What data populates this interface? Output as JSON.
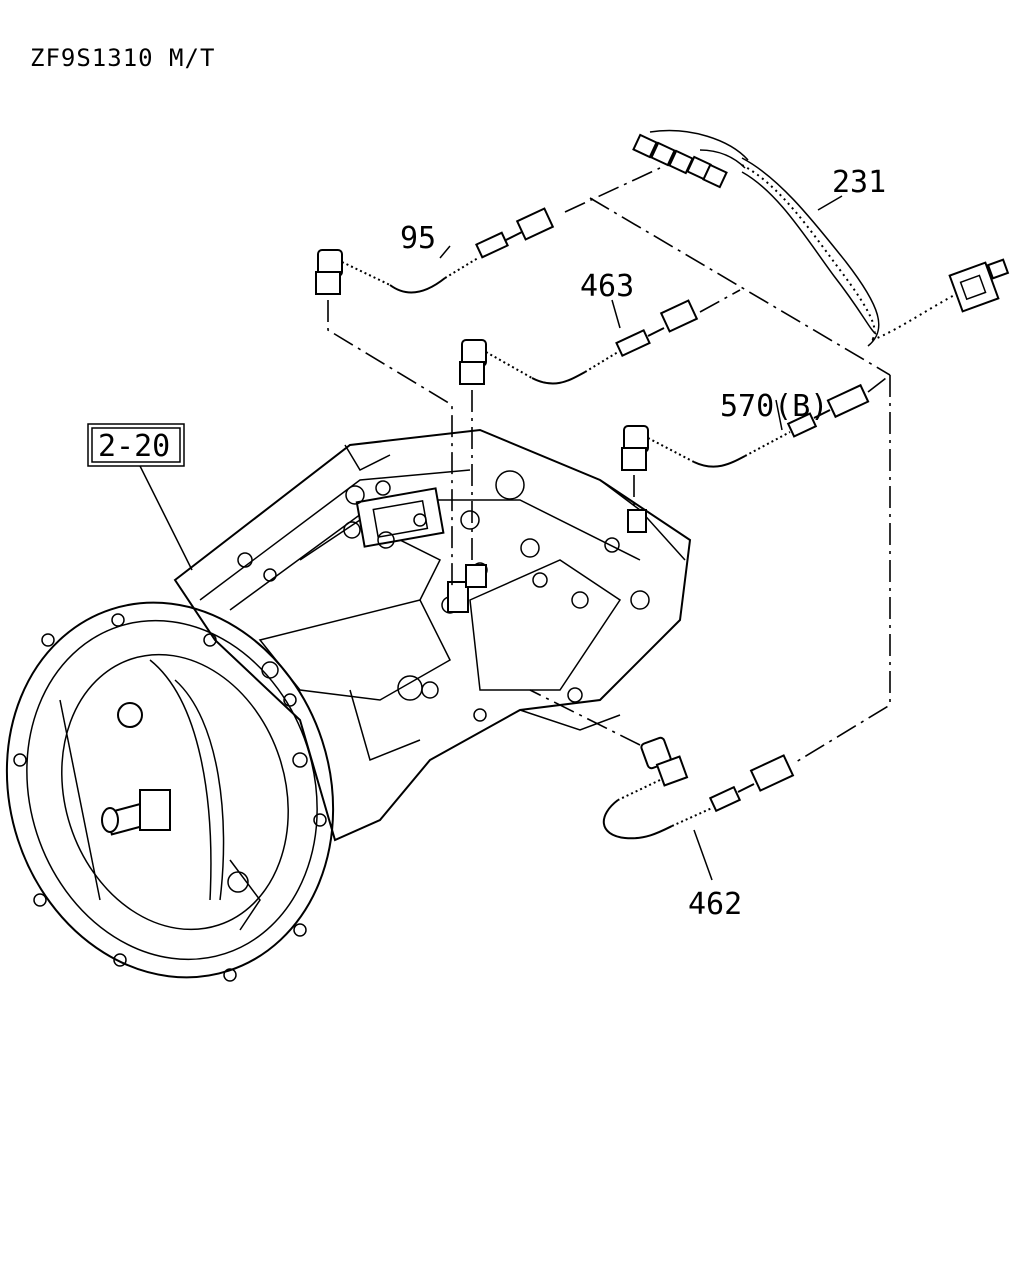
{
  "title": "ZF9S1310 M/T",
  "callouts": {
    "harness": "231",
    "sensor_95": "95",
    "sensor_463": "463",
    "sensor_570b": "570(B)",
    "sensor_462": "462",
    "ref_box": "2-20"
  }
}
